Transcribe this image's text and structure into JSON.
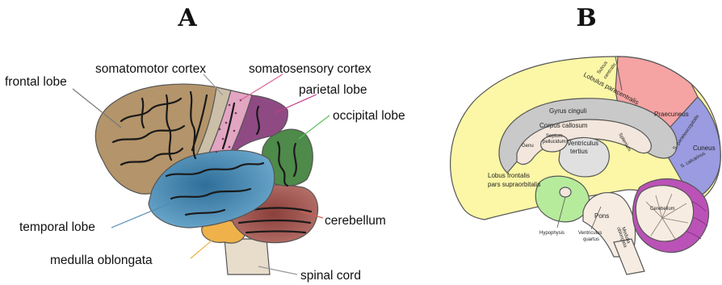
{
  "panels": {
    "a": {
      "label": "A"
    },
    "b": {
      "label": "B"
    }
  },
  "panel_a": {
    "frontal_lobe": "frontal lobe",
    "somatomotor_cortex": "somatomotor cortex",
    "somatosensory_cortex": "somatosensory cortex",
    "parietal_lobe": "parietal lobe",
    "occipital_lobe": "occipital lobe",
    "temporal_lobe": "temporal lobe",
    "cerebellum": "cerebellum",
    "medulla_oblongata": "medulla oblongata",
    "spinal_cord": "spinal cord"
  },
  "panel_b": {
    "sulcus_centralis_1": "Sulcus",
    "sulcus_centralis_2": "centralis",
    "lobulus_paracentralis": "Lobulus paracentralis",
    "gyrus_cinguli": "Gyrus cinguli",
    "praecuneus": "Praecuneus",
    "corpus_callosum": "Corpus callosum",
    "septum_pellucidum_1": "Septum",
    "septum_pellucidum_2": "pellucidum",
    "genu": "Genu",
    "ventriculus_tertius_1": "Ventriculus",
    "ventriculus_tertius_2": "tertius",
    "splenium": "Splenium",
    "s_parietooccipitalis": "S. parietooccipitalis",
    "cuneus": "Cuneus",
    "s_calcarinus": "S. calcarinus",
    "lobus_frontalis_1": "Lobus frontalis",
    "lobus_frontalis_2": "pars supraorbitalis",
    "cerebellum": "Cerebellum",
    "pons": "Pons",
    "hypophysis": "Hypophysis",
    "ventriculus_quartus_1": "Ventriculus",
    "ventriculus_quartus_2": "quartus",
    "medulla_oblongata_1": "Medulla",
    "medulla_oblongata_2": "oblongata"
  },
  "colors": {
    "frontal": "#b4946a",
    "somatomotor": "#cbbfa8",
    "somatosensory": "#e2a5c2",
    "parietal": "#8f4a83",
    "occipital": "#4e8a4a",
    "temporal": "#4f8cb4",
    "cerebellum": "#a15852",
    "medulla": "#efb24a",
    "spinal": "#e8dccb",
    "b_frontal": "#fbf7a6",
    "b_parietal": "#f5a3a3",
    "b_occipital": "#9a9be0",
    "b_cingulate": "#c9c9c9",
    "b_callosum": "#f3e6dc",
    "b_green": "#b6eb9c",
    "b_cerebellum": "#f6ece2",
    "b_purple": "#bb52b7"
  }
}
